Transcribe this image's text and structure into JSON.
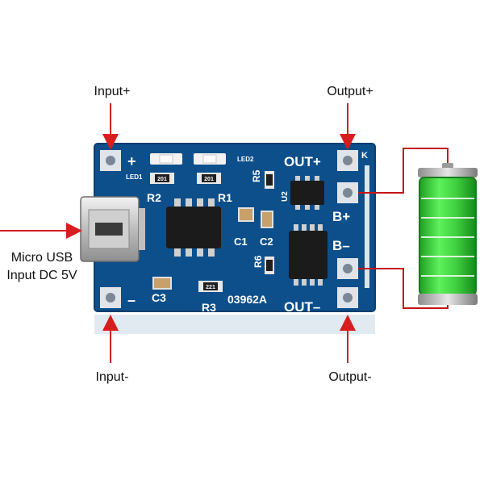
{
  "labels": {
    "input_plus": "Input+",
    "output_plus": "Output+",
    "input_minus": "Input-",
    "output_minus": "Output-",
    "usb_line1": "Micro USB",
    "usb_line2": "Input DC 5V"
  },
  "silkscreen": {
    "plus": "+",
    "minus": "–",
    "out_plus": "OUT+",
    "out_minus": "OUT–",
    "b_plus": "B+",
    "b_minus": "B–",
    "k": "K",
    "led1": "LED1",
    "led2": "LED2",
    "r1": "R1",
    "r2": "R2",
    "r3": "R3",
    "r5": "R5",
    "r6": "R6",
    "c1": "C1",
    "c2": "C2",
    "c3": "C3",
    "u2": "U2",
    "board_code": "03962A",
    "resistor_code": "201",
    "resistor_code_r3": "221"
  },
  "colors": {
    "pcb": "#0d4f8b",
    "pcb_edge": "#0a3e70",
    "pad": "#dfe4ea",
    "arrow": "#d61e1e",
    "wire": "#c81414",
    "battery_green": "#3fcf3f",
    "chip": "#1b1b1b"
  }
}
